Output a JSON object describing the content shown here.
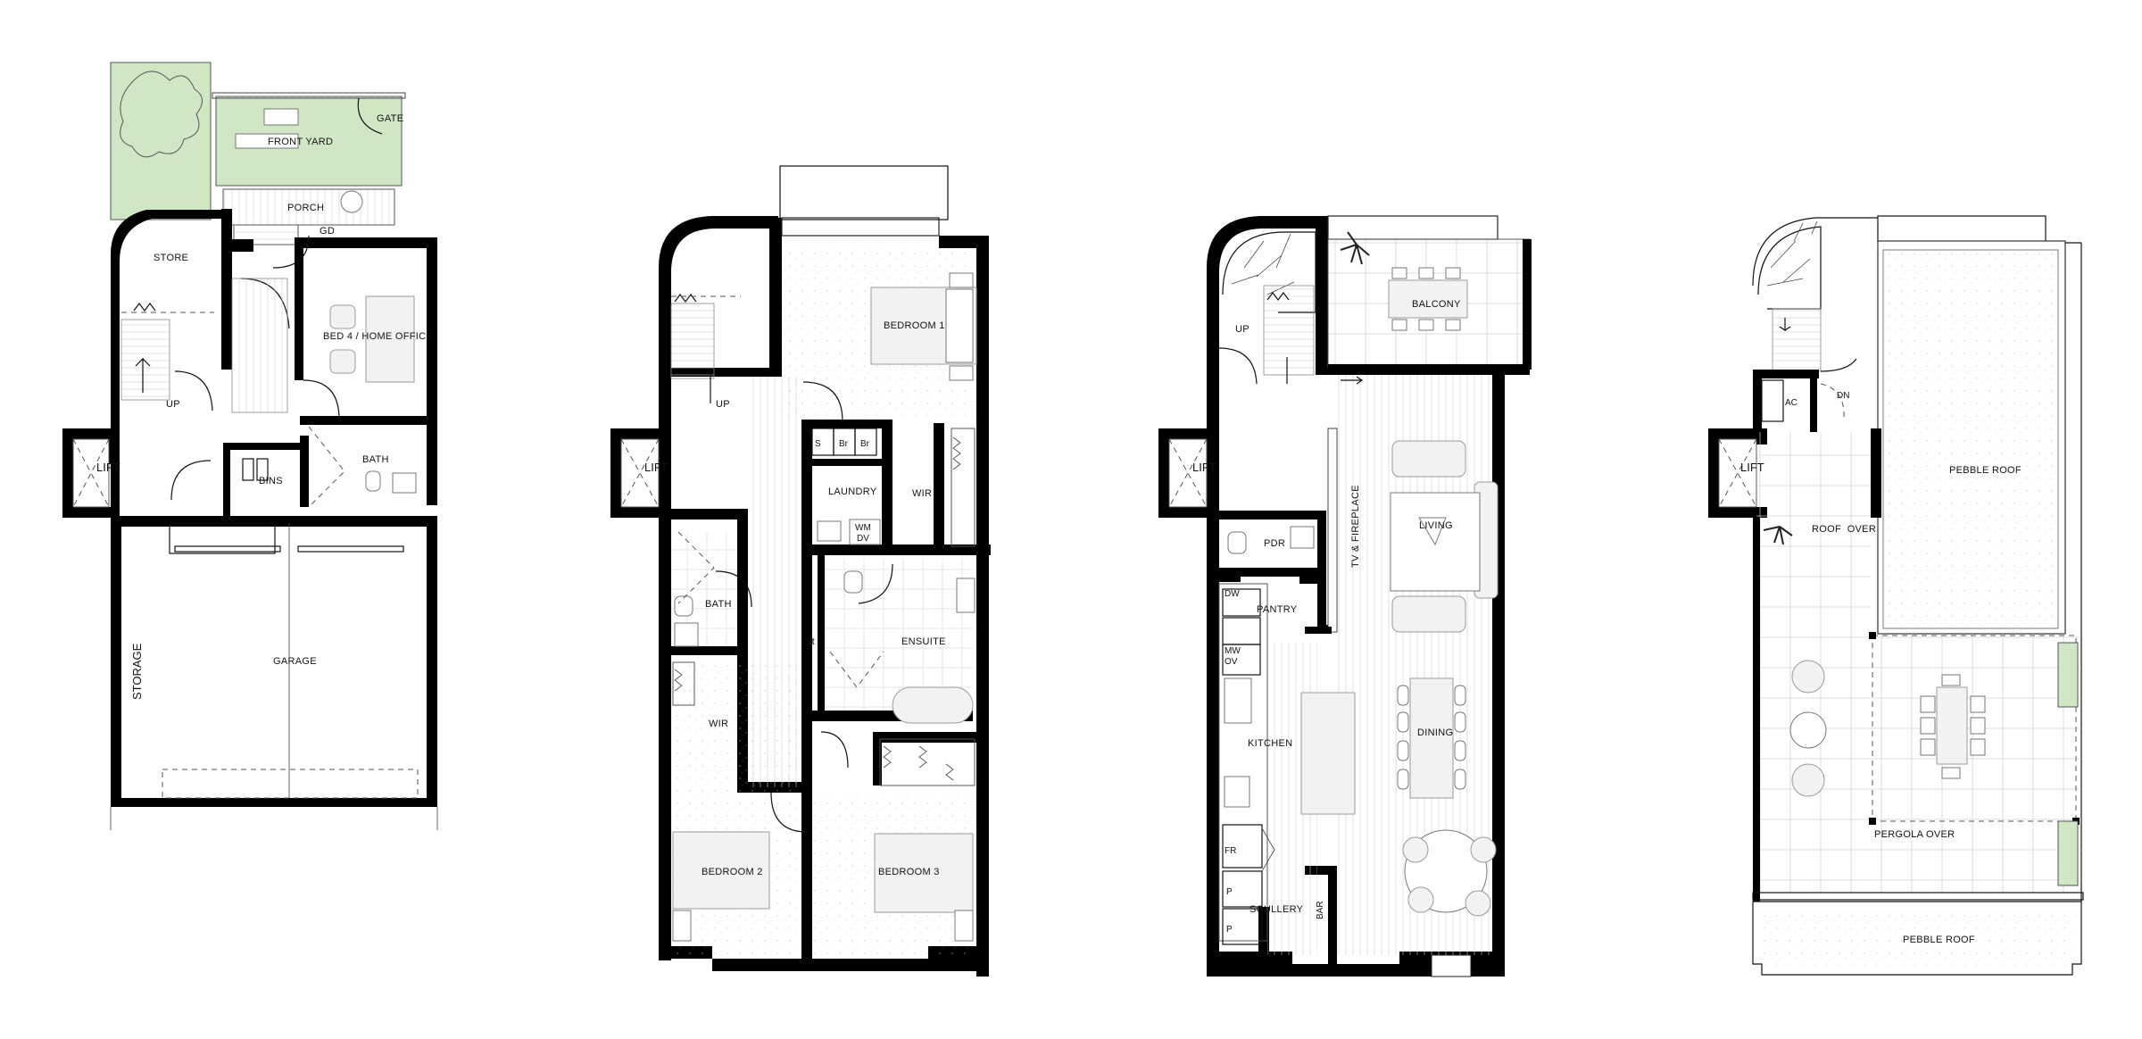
{
  "colors": {
    "wall": "#000000",
    "garden": "#cfe7c3",
    "line": "#111111",
    "furniture": "#f2f2f2"
  },
  "ground_floor": {
    "front_yard": "FRONT YARD",
    "gate": "GATE",
    "porch": "PORCH",
    "gd": "GD",
    "store": "STORE",
    "bed4": "BED 4 / HOME OFFICE",
    "up": "UP",
    "lift": "LIFT",
    "bins": "BINS",
    "bath": "BATH",
    "garage": "GARAGE",
    "storage": "STORAGE"
  },
  "first_floor": {
    "bedroom1": "BEDROOM 1",
    "up": "UP",
    "lift": "LIFT",
    "s": "S",
    "br1": "Br",
    "br2": "Br",
    "laundry": "LAUNDRY",
    "wm": "WM",
    "dv": "DV",
    "wir_main": "WIR",
    "bath": "BATH",
    "st": "St",
    "ensuite": "ENSUITE",
    "wir2": "WIR",
    "bedroom2": "BEDROOM 2",
    "bedroom3": "BEDROOM 3"
  },
  "second_floor": {
    "up": "UP",
    "balcony": "BALCONY",
    "lift": "LIFT",
    "pdr": "PDR",
    "tv_fireplace": "TV & FIREPLACE",
    "living": "LIVING",
    "dw": "DW",
    "pantry": "PANTRY",
    "mw": "MW",
    "ov": "OV",
    "kitchen": "KITCHEN",
    "dining": "DINING",
    "fr": "FR",
    "p1": "P",
    "p2": "P",
    "scullery": "SCULLERY",
    "bar": "BAR"
  },
  "roof": {
    "ac": "AC",
    "dn": "DN",
    "lift": "LIFT",
    "pebble_roof_1": "PEBBLE ROOF",
    "roof_over": "ROOF  OVER",
    "pergola_over": "PERGOLA OVER",
    "pebble_roof_2": "PEBBLE ROOF"
  }
}
